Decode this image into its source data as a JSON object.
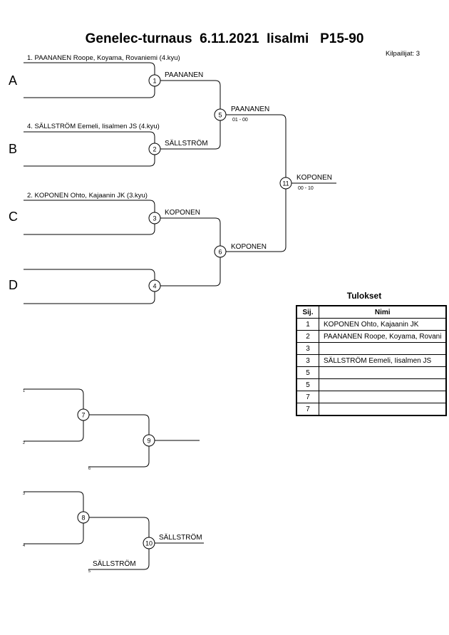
{
  "header": {
    "title": "Genelec-turnaus  6.11.2021  Iisalmi   P15-90",
    "competitors": "Kilpailijat: 3"
  },
  "pools": [
    "A",
    "B",
    "C",
    "D"
  ],
  "entries": [
    "1. PAANANEN Roope, Koyama, Rovaniemi (4.kyu)",
    "4. SÄLLSTRÖM Eemeli, Iisalmen JS (4.kyu)",
    "2. KOPONEN Ohto, Kajaanin JK (3.kyu)"
  ],
  "matches": {
    "m1": {
      "num": "1",
      "winner": "PAANANEN"
    },
    "m2": {
      "num": "2",
      "winner": "SÄLLSTRÖM"
    },
    "m3": {
      "num": "3",
      "winner": "KOPONEN"
    },
    "m4": {
      "num": "4"
    },
    "m5": {
      "num": "5",
      "winner": "PAANANEN",
      "score": "01 - 00"
    },
    "m6": {
      "num": "6",
      "winner": "KOPONEN"
    },
    "m11": {
      "num": "11",
      "winner": "KOPONEN",
      "score": "00 - 10"
    },
    "m7": {
      "num": "7"
    },
    "m8": {
      "num": "8"
    },
    "m9": {
      "num": "9"
    },
    "m10": {
      "num": "10",
      "winner": "SÄLLSTRÖM"
    }
  },
  "repechage_refs": {
    "r1": "1",
    "r2": "2",
    "r3": "3",
    "r4": "4",
    "r5": "5",
    "r6": "6"
  },
  "repechage_entry": "SÄLLSTRÖM",
  "results": {
    "title": "Tulokset",
    "col_rank": "Sij.",
    "col_name": "Nimi",
    "rows": [
      {
        "rank": "1",
        "name": "KOPONEN Ohto, Kajaanin JK"
      },
      {
        "rank": "2",
        "name": "PAANANEN Roope, Koyama, Rovani"
      },
      {
        "rank": "3",
        "name": ""
      },
      {
        "rank": "3",
        "name": "SÄLLSTRÖM Eemeli, Iisalmen JS"
      },
      {
        "rank": "5",
        "name": ""
      },
      {
        "rank": "5",
        "name": ""
      },
      {
        "rank": "7",
        "name": ""
      },
      {
        "rank": "7",
        "name": ""
      }
    ]
  }
}
